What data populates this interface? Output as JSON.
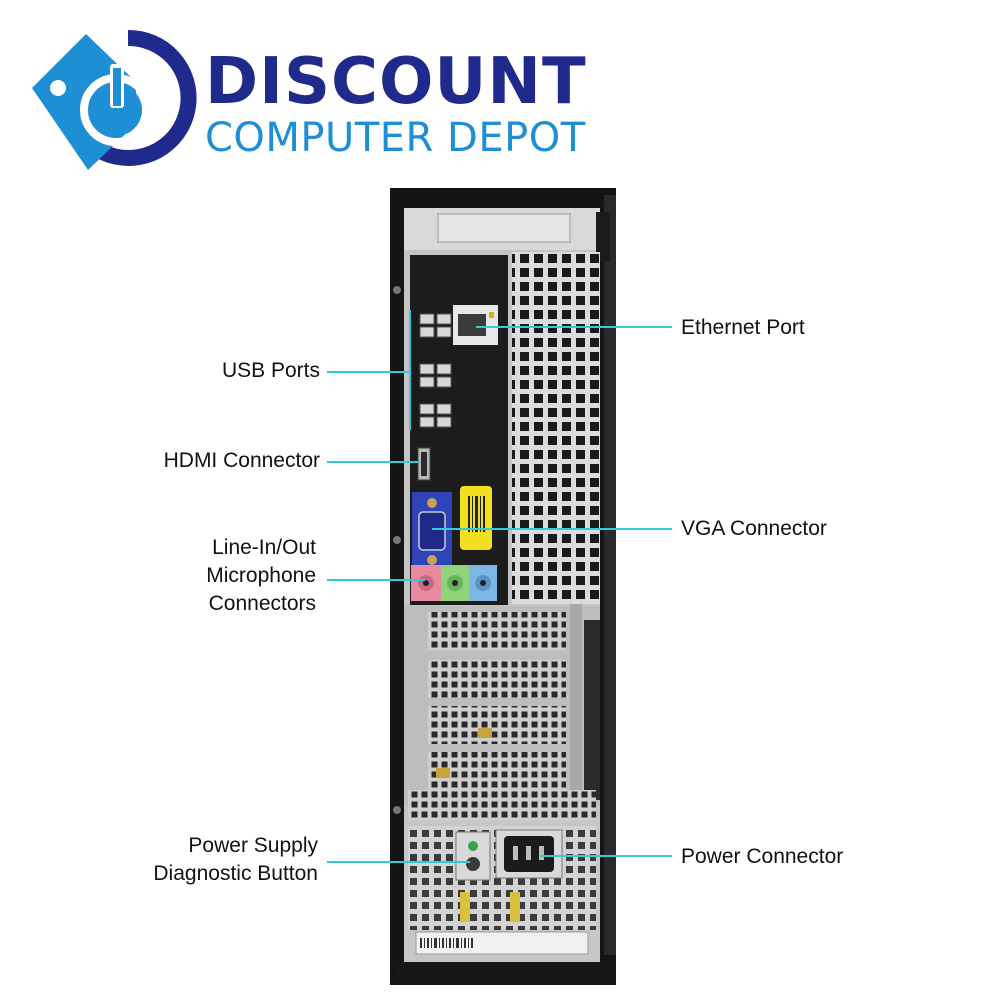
{
  "brand": {
    "line1": "DISCOUNT",
    "line2": "COMPUTER DEPOT"
  },
  "callouts": {
    "usb_ports": "USB Ports",
    "hdmi_connector": "HDMI Connector",
    "audio_line1": "Line-In/Out",
    "audio_line2": "Microphone",
    "audio_line3": "Connectors",
    "psu_line1": "Power Supply",
    "psu_line2": "Diagnostic Button",
    "ethernet_port": "Ethernet Port",
    "vga_connector": "VGA Connector",
    "power_connector": "Power Connector"
  },
  "colors": {
    "brand_navy": "#1f2a8c",
    "brand_blue": "#1e8fd4",
    "callout_line": "#35c9d9",
    "vga_port": "#2f44b8",
    "audio_pink": "#e98aa2",
    "audio_green": "#8fd37a",
    "audio_blue": "#7cb6e6",
    "sticker_yellow": "#f2df1f"
  }
}
